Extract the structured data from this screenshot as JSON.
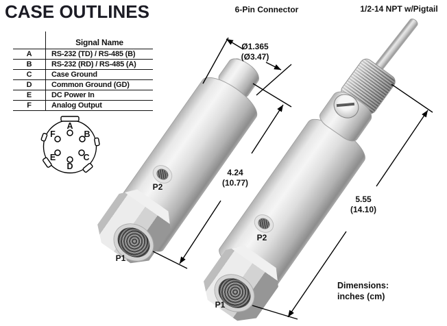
{
  "title": "CASE OUTLINES",
  "labels": {
    "left_variant": "6-Pin Connector",
    "right_variant": "1/2-14 NPT w/Pigtail",
    "note_line1": "Dimensions:",
    "note_line2": "inches (cm)"
  },
  "signal_table": {
    "header": "Signal Name",
    "rows": [
      {
        "pin": "A",
        "signal": "RS-232 (TD) / RS-485 (B)"
      },
      {
        "pin": "B",
        "signal": "RS-232 (RD) / RS-485 (A)"
      },
      {
        "pin": "C",
        "signal": "Case Ground"
      },
      {
        "pin": "D",
        "signal": "Common Ground (GD)"
      },
      {
        "pin": "E",
        "signal": "DC Power In"
      },
      {
        "pin": "F",
        "signal": "Analog Output"
      }
    ]
  },
  "connector_pins": [
    "A",
    "B",
    "C",
    "D",
    "E",
    "F"
  ],
  "dimensions": {
    "connector_diameter": {
      "inches": "Ø1.365",
      "cm": "(Ø3.47)"
    },
    "left_height": {
      "inches": "4.24",
      "cm": "(10.77)"
    },
    "right_height": {
      "inches": "5.55",
      "cm": "(14.10)"
    }
  },
  "port_labels": {
    "left_p1": "P1",
    "left_p2": "P2",
    "right_p1": "P1",
    "right_p2": "P2"
  },
  "colors": {
    "background": "#ffffff",
    "line": "#000000",
    "text": "#111111",
    "title_text": "#1b1b24",
    "metal_light": "#f5f5f5",
    "metal_mid": "#cfcfcf",
    "metal_dark": "#8d8d8d"
  }
}
